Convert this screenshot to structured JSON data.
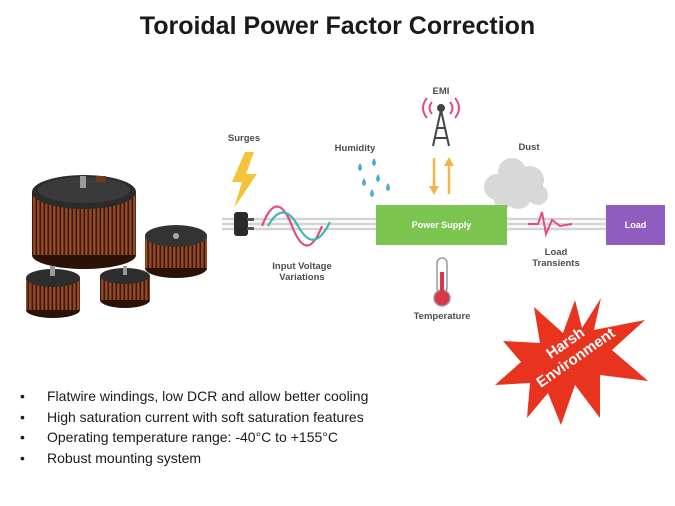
{
  "title": "Toroidal Power Factor Correction",
  "labels": {
    "surges": "Surges",
    "humidity": "Humidity",
    "emi": "EMI",
    "dust": "Dust",
    "input_line1": "Input Voltage",
    "input_line2": "Variations",
    "power_supply": "Power Supply",
    "load": "Load",
    "load_transients_line1": "Load",
    "load_transients_line2": "Transients",
    "temperature": "Temperature"
  },
  "badge": {
    "line1": "Harsh",
    "line2": "Environment"
  },
  "bullets": [
    "Flatwire windings, low DCR and allow better cooling",
    "High saturation current with soft saturation features",
    "Operating temperature range: -40°C to +155°C",
    "Robust mounting system"
  ],
  "colors": {
    "power_supply": "#7cc551",
    "load": "#8e5dbf",
    "badge": "#e8331f",
    "bolt": "#f3c43a",
    "wave_pink": "#e54b7f",
    "wave_teal": "#3fb6b0",
    "drops": "#4ab0d6",
    "arrows": "#f0b64a",
    "thermometer": "#d9384a"
  },
  "icons": [
    "lightning-bolt-icon",
    "rain-drops-icon",
    "radio-tower-icon",
    "dust-cloud-icon",
    "thermometer-icon",
    "plug-icon",
    "inductor-image"
  ]
}
